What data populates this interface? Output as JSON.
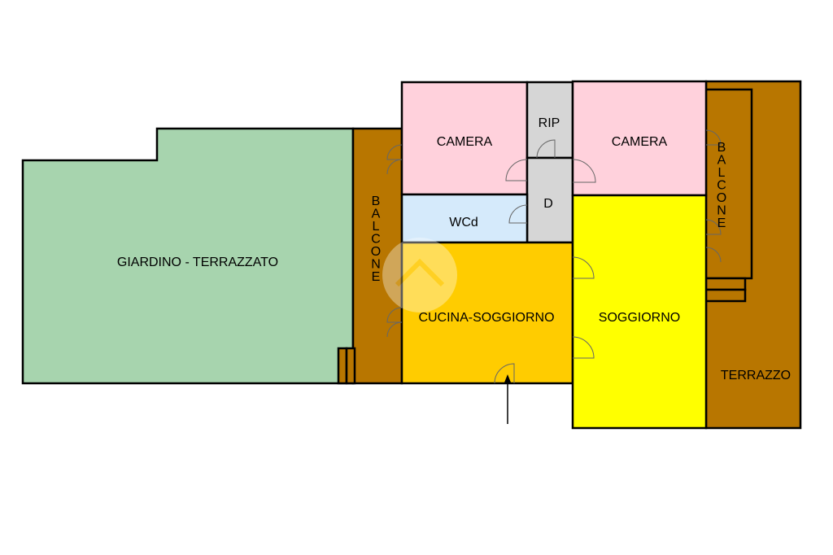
{
  "colors": {
    "giardino": "#a7d4ae",
    "balcone": "#b87600",
    "camera": "#ffd1dc",
    "rip": "#d6d6d6",
    "wcd": "#d5eafb",
    "cucina": "#ffcc00",
    "soggiorno": "#ffff00",
    "wall": "#000000"
  },
  "rooms": {
    "giardino": "GIARDINO - TERRAZZATO",
    "balcone_left": "BALCONE",
    "camera_left": "CAMERA",
    "rip": "RIP",
    "camera_right": "CAMERA",
    "balcone_right": "BALCONE",
    "disimpegno": "D",
    "wcd": "WCd",
    "cucina": "CUCINA-SOGGIORNO",
    "soggiorno": "SOGGIORNO",
    "terrazzo": "TERRAZZO"
  },
  "icons": {
    "entrance": "arrow-up-icon",
    "watermark": "house-logo-icon"
  }
}
